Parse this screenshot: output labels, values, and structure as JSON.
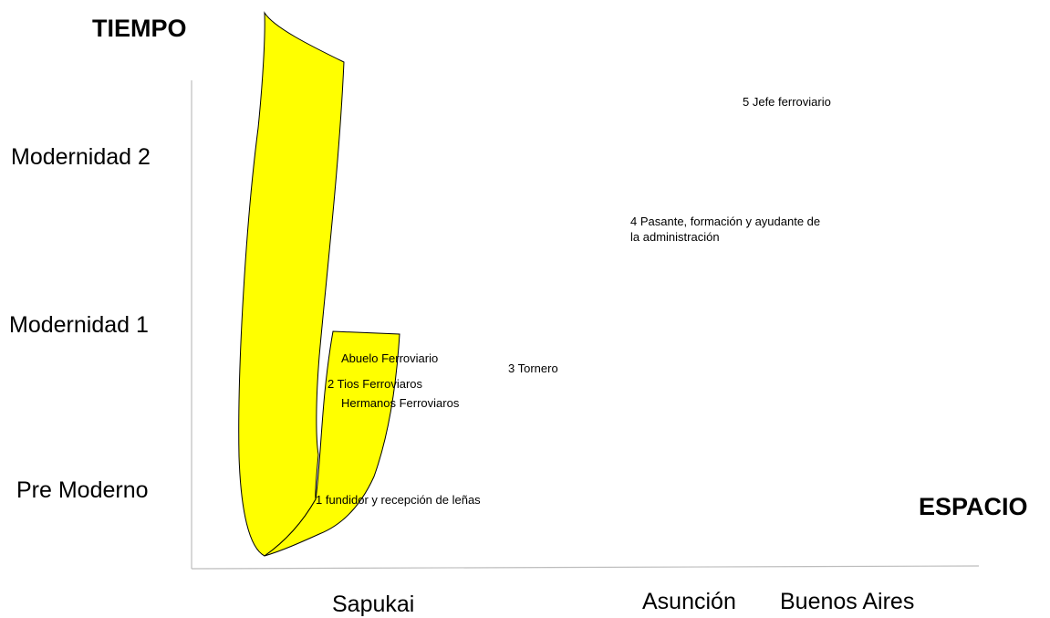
{
  "axes": {
    "y_title": "TIEMPO",
    "x_title": "ESPACIO"
  },
  "periods": [
    {
      "label": "Modernidad 2"
    },
    {
      "label": "Modernidad 1"
    },
    {
      "label": "Pre Moderno"
    }
  ],
  "places": [
    {
      "label": "Sapukai"
    },
    {
      "label": "Asunción"
    },
    {
      "label": "Buenos Aires"
    }
  ],
  "events": [
    {
      "label": "5 Jefe ferroviario"
    },
    {
      "label_line1": "4 Pasante, formación y ayudante de",
      "label_line2": "la administración"
    },
    {
      "label": "3 Tornero"
    },
    {
      "label": "Abuelo Ferroviario"
    },
    {
      "label": "2 Tios Ferroviaros"
    },
    {
      "label": "Hermanos Ferroviaros"
    },
    {
      "label": "1 fundidor y recepción de leñas"
    }
  ],
  "colors": {
    "ribbon_fill": "#ffff00",
    "ribbon_stroke": "#000000",
    "axis_line": "#bdbdbd"
  }
}
